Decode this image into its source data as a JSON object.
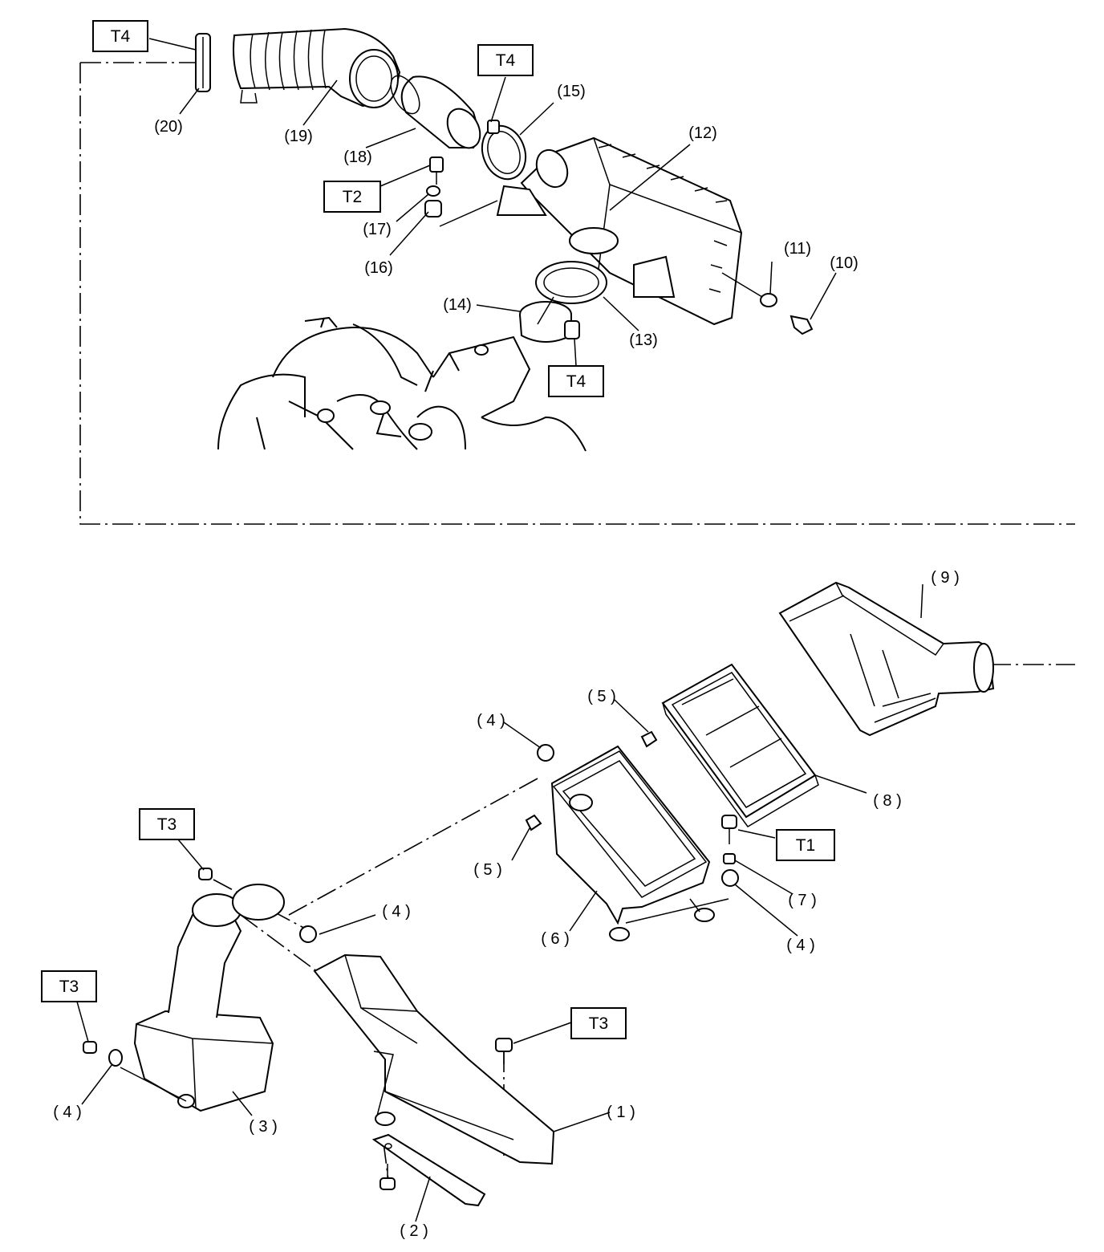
{
  "callouts": {
    "c1": "( 1 )",
    "c2": "( 2 )",
    "c3": "( 3 )",
    "c4a": "( 4 )",
    "c4b": "( 4 )",
    "c4c": "( 4 )",
    "c4d": "( 4 )",
    "c5a": "( 5 )",
    "c5b": "( 5 )",
    "c6": "( 6 )",
    "c7": "( 7 )",
    "c8": "( 8 )",
    "c9": "( 9 )",
    "c10": "(10)",
    "c11": "(11)",
    "c12": "(12)",
    "c13": "(13)",
    "c14": "(14)",
    "c15": "(15)",
    "c16": "(16)",
    "c17": "(17)",
    "c18": "(18)",
    "c19": "(19)",
    "c20": "(20)"
  },
  "torque_tags": {
    "t4_top_left": "T4",
    "t4_top_mid": "T4",
    "t4_throttle": "T4",
    "t2": "T2",
    "t1": "T1",
    "t3_upper": "T3",
    "t3_left": "T3",
    "t3_right": "T3"
  }
}
